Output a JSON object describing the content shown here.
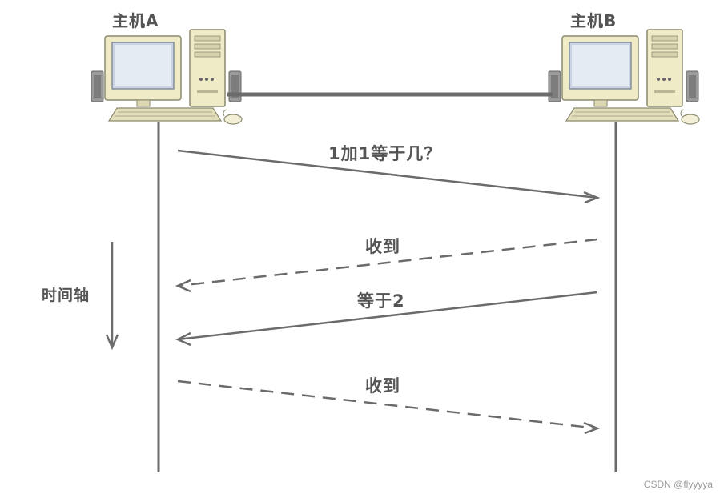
{
  "hosts": {
    "a": {
      "label": "主机A"
    },
    "b": {
      "label": "主机B"
    }
  },
  "timeline": {
    "label": "时间轴"
  },
  "messages": [
    {
      "label": "1加1等于几？",
      "direction": "A→B",
      "style": "solid"
    },
    {
      "label": "收到",
      "direction": "B→A",
      "style": "dashed"
    },
    {
      "label": "等于2",
      "direction": "B→A",
      "style": "solid"
    },
    {
      "label": "收到",
      "direction": "A→B",
      "style": "dashed"
    }
  ],
  "watermark": "CSDN @flyyyya",
  "colors": {
    "line": "#6b6b6b",
    "text": "#555555",
    "computer_body": "#efebc7",
    "screen": "#c9d3e3"
  }
}
